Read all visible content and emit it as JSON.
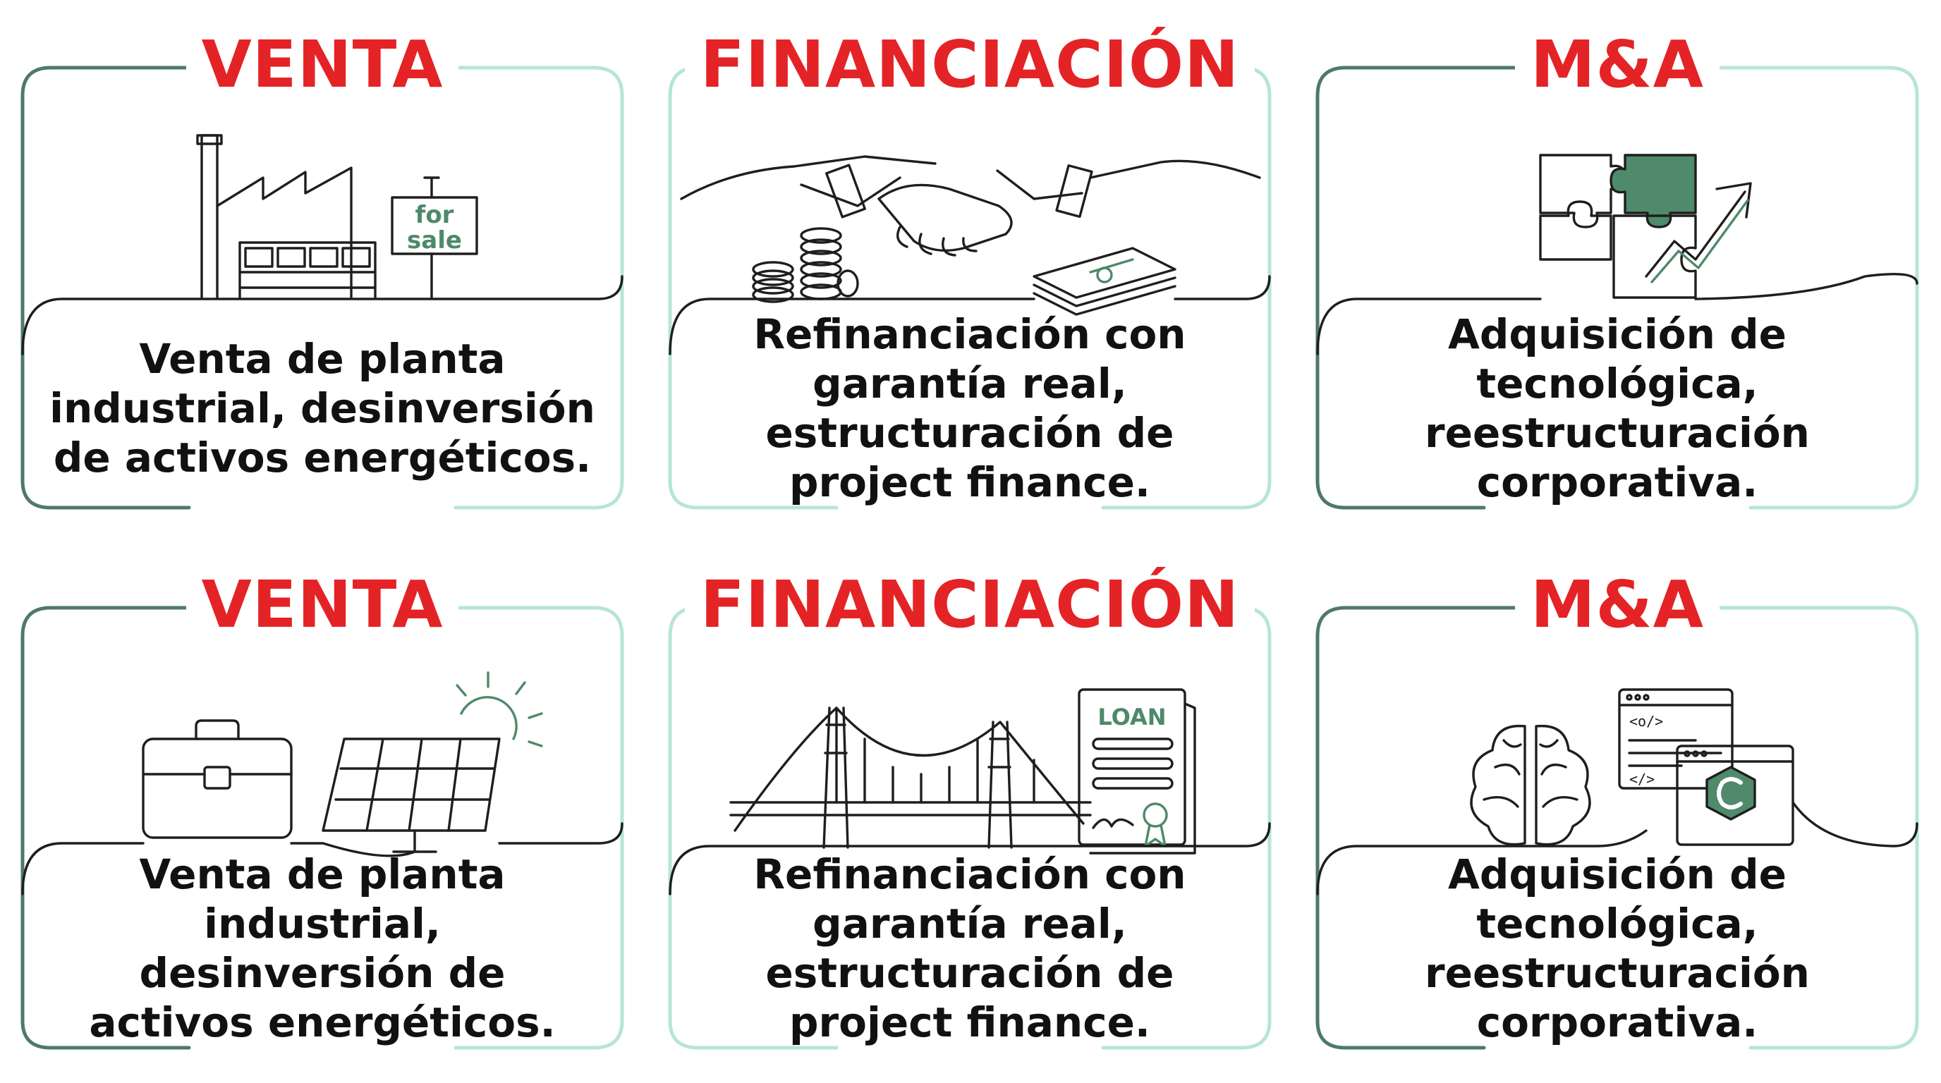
{
  "colors": {
    "title_red": "#e42326",
    "frame_dark": "#4f7a65",
    "frame_light": "#b6e6d1",
    "text": "#111111",
    "icon_green": "#4f8a6b"
  },
  "cards": [
    {
      "title": "VENTA",
      "text": "Venta de planta\nindustrial, desinversión\nde activos energéticos.",
      "icon": "factory-for-sale-icon",
      "sign_line1": "for",
      "sign_line2": "sale"
    },
    {
      "title": "FINANCIACIÓN",
      "text": "Refinanciación con\ngarantía real,\nestructuración de\nproject finance.",
      "icon": "handshake-money-icon"
    },
    {
      "title": "M&A",
      "text": "Adquisición de\ntecnológica,\nreestructuración\ncorporativa.",
      "icon": "puzzle-growth-icon"
    },
    {
      "title": "VENTA",
      "text": "Venta de planta\nindustrial,\ndesinversión de\nactivos energéticos.",
      "icon": "briefcase-solar-panel-icon"
    },
    {
      "title": "FINANCIACIÓN",
      "text": "Refinanciación con\ngarantía real,\nestructuración de\nproject finance.",
      "icon": "bridge-loan-document-icon",
      "doc_label": "LOAN"
    },
    {
      "title": "M&A",
      "text": "Adquisición de\ntecnológica,\nreestructuración\ncorporativa.",
      "icon": "brain-code-windows-icon",
      "code_tag": "<o/>",
      "code_tag2": "</>"
    }
  ]
}
